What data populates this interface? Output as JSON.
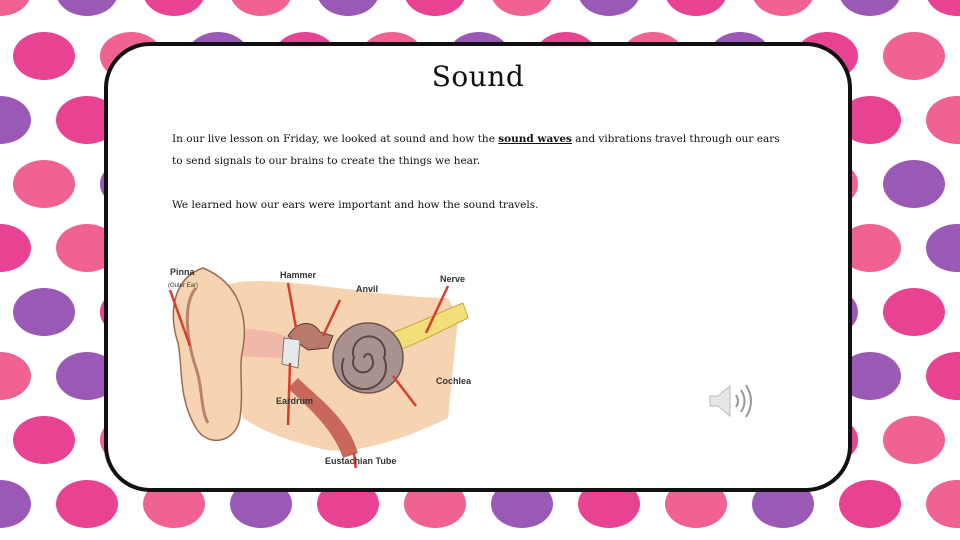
{
  "colors": {
    "dot_palette": [
      "#f06292",
      "#4ec3b5",
      "#f7c22d",
      "#9b59b6",
      "#8fd14f",
      "#f39c12",
      "#e84393",
      "#a8dfe3",
      "#b4e04a"
    ],
    "card_border": "#111111",
    "diagram_skin": "#f6d4b1",
    "diagram_cochlea": "#a8918f",
    "diagram_nerve": "#f2df7a",
    "diagram_leader_lines": "#d93d2d"
  },
  "slide": {
    "title": "Sound",
    "paragraph1": {
      "before_link": "In our live lesson on Friday, we looked at sound and how the ",
      "emphasis": "sound waves",
      "after_link": " and vibrations travel through our ears to send signals to our brains to create the things we hear."
    },
    "paragraph2": "We learned how our ears were important and how the sound travels."
  },
  "diagram": {
    "labels": {
      "pinna": "Pinna",
      "outer_ear": "(Outer Ear)",
      "hammer": "Hammer",
      "anvil": "Anvil",
      "nerve": "Nerve",
      "cochlea": "Cochlea",
      "eardrum": "Eardrum",
      "eustachian_tube": "Eustachian Tube"
    }
  },
  "icons": {
    "audio": "speaker-icon"
  }
}
